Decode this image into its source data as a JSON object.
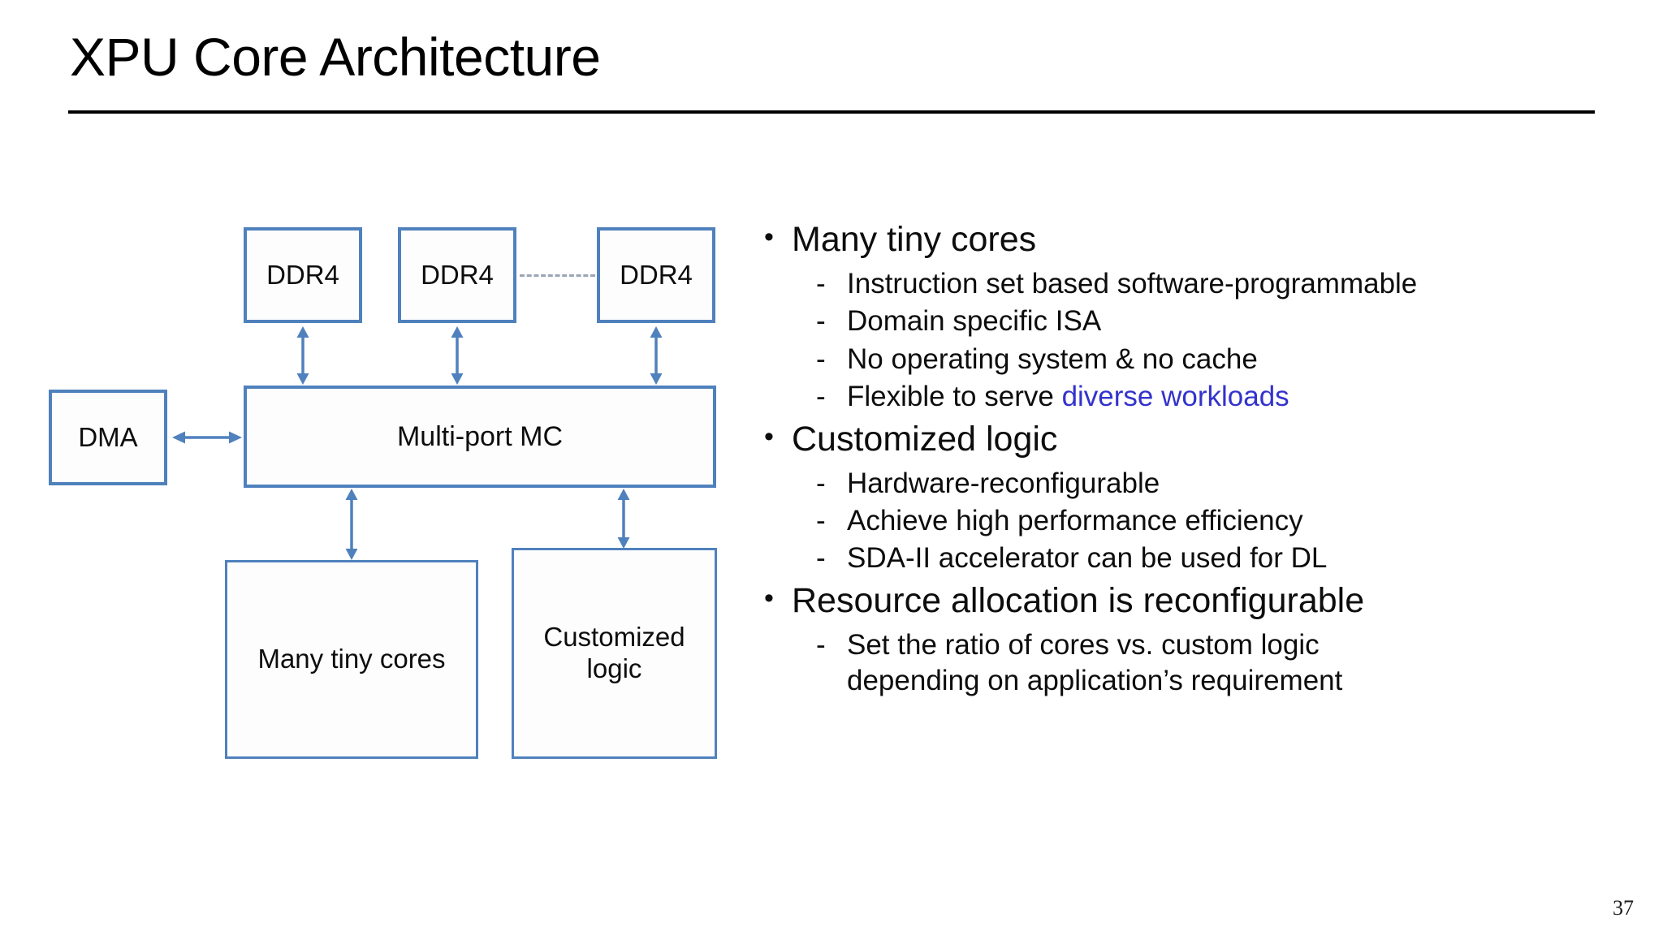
{
  "slide": {
    "title": "XPU Core Architecture",
    "page_number": "37",
    "accent_color": "#4F81BD",
    "highlight_color": "#3333CC",
    "rule_color": "#000000"
  },
  "diagram": {
    "nodes": {
      "ddr4_0": "DDR4",
      "ddr4_1": "DDR4",
      "ddr4_2": "DDR4",
      "dma": "DMA",
      "memory_controller": "Multi-port MC",
      "many_tiny_cores": "Many tiny cores",
      "customized_logic_line1": "Customized",
      "customized_logic_line2": "logic"
    }
  },
  "bullets": [
    {
      "text": "Many tiny cores",
      "marker": "•",
      "children": [
        {
          "marker": "-",
          "text": "Instruction set based software-programmable"
        },
        {
          "marker": "-",
          "text": "Domain specific ISA"
        },
        {
          "marker": "-",
          "text": "No operating system & no cache"
        },
        {
          "marker": "-",
          "text_before": "Flexible to serve ",
          "highlight": "diverse workloads"
        }
      ]
    },
    {
      "text": "Customized logic",
      "marker": "•",
      "children": [
        {
          "marker": "-",
          "text": "Hardware-reconfigurable"
        },
        {
          "marker": "-",
          "text": "Achieve high performance efficiency"
        },
        {
          "marker": "-",
          "text": "SDA-II accelerator can be used for DL"
        }
      ]
    },
    {
      "text": "Resource allocation is reconfigurable",
      "marker": "•",
      "children": [
        {
          "marker": "-",
          "text": "Set the ratio of cores vs. custom logic",
          "text2": "depending on application’s requirement"
        }
      ]
    }
  ]
}
